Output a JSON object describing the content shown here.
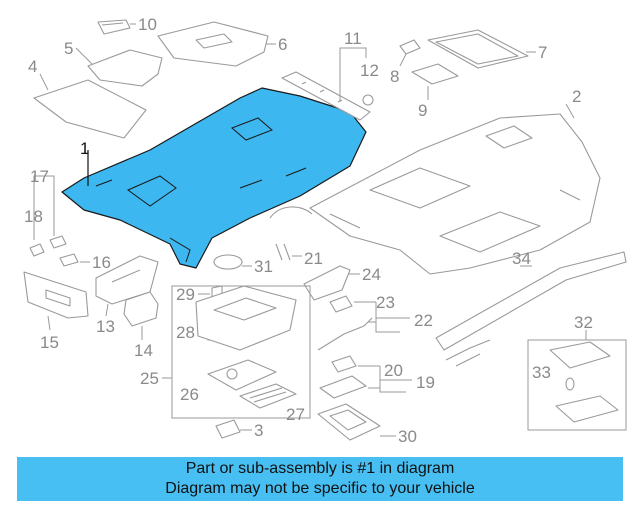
{
  "callouts": {
    "c1": "1",
    "c2": "2",
    "c3": "3",
    "c4": "4",
    "c5": "5",
    "c6": "6",
    "c7": "7",
    "c8": "8",
    "c9": "9",
    "c10": "10",
    "c11": "11",
    "c12": "12",
    "c13": "13",
    "c14": "14",
    "c15": "15",
    "c16": "16",
    "c17": "17",
    "c18": "18",
    "c19": "19",
    "c20": "20",
    "c21": "21",
    "c22": "22",
    "c23": "23",
    "c24": "24",
    "c25": "25",
    "c26": "26",
    "c27": "27",
    "c28": "28",
    "c29": "29",
    "c30": "30",
    "c31": "31",
    "c32": "32",
    "c33": "33",
    "c34": "34"
  },
  "highlighted_part": "1",
  "colors": {
    "highlight": "#3db7ef",
    "banner": "#47bff2",
    "line": "#9a9a9a"
  },
  "banner": {
    "line1": "Part or sub-assembly is #1 in diagram",
    "line2": "Diagram may not be specific to your vehicle"
  }
}
